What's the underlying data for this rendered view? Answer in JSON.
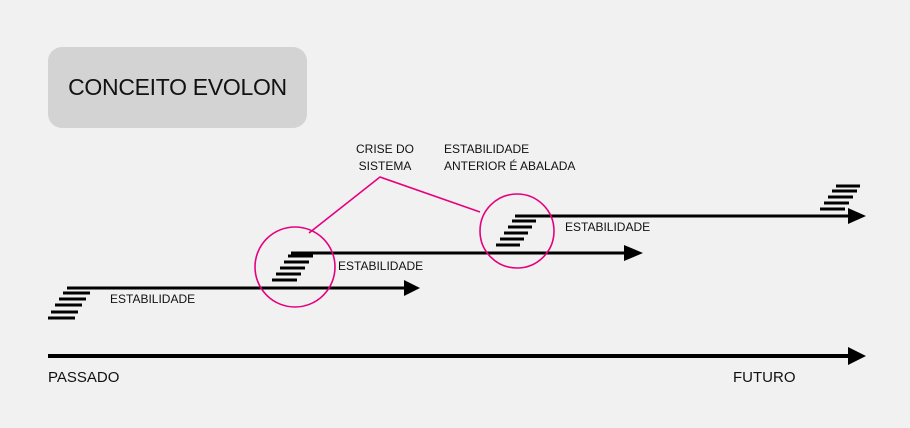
{
  "title": "CONCEITO EVOLON",
  "annotations": {
    "crisis": [
      "CRISE DO",
      "SISTEMA"
    ],
    "previous": [
      "ESTABILIDADE",
      "ANTERIOR É ABALADA"
    ]
  },
  "stages": [
    {
      "label": "ESTABILIDADE"
    },
    {
      "label": "ESTABILIDADE"
    },
    {
      "label": "ESTABILIDADE"
    }
  ],
  "axis": {
    "start": "PASSADO",
    "end": "FUTURO"
  },
  "colors": {
    "line": "#000000",
    "highlight": "#e6007e",
    "title_bg": "#d3d3d3",
    "background": "#f1f1f2"
  }
}
